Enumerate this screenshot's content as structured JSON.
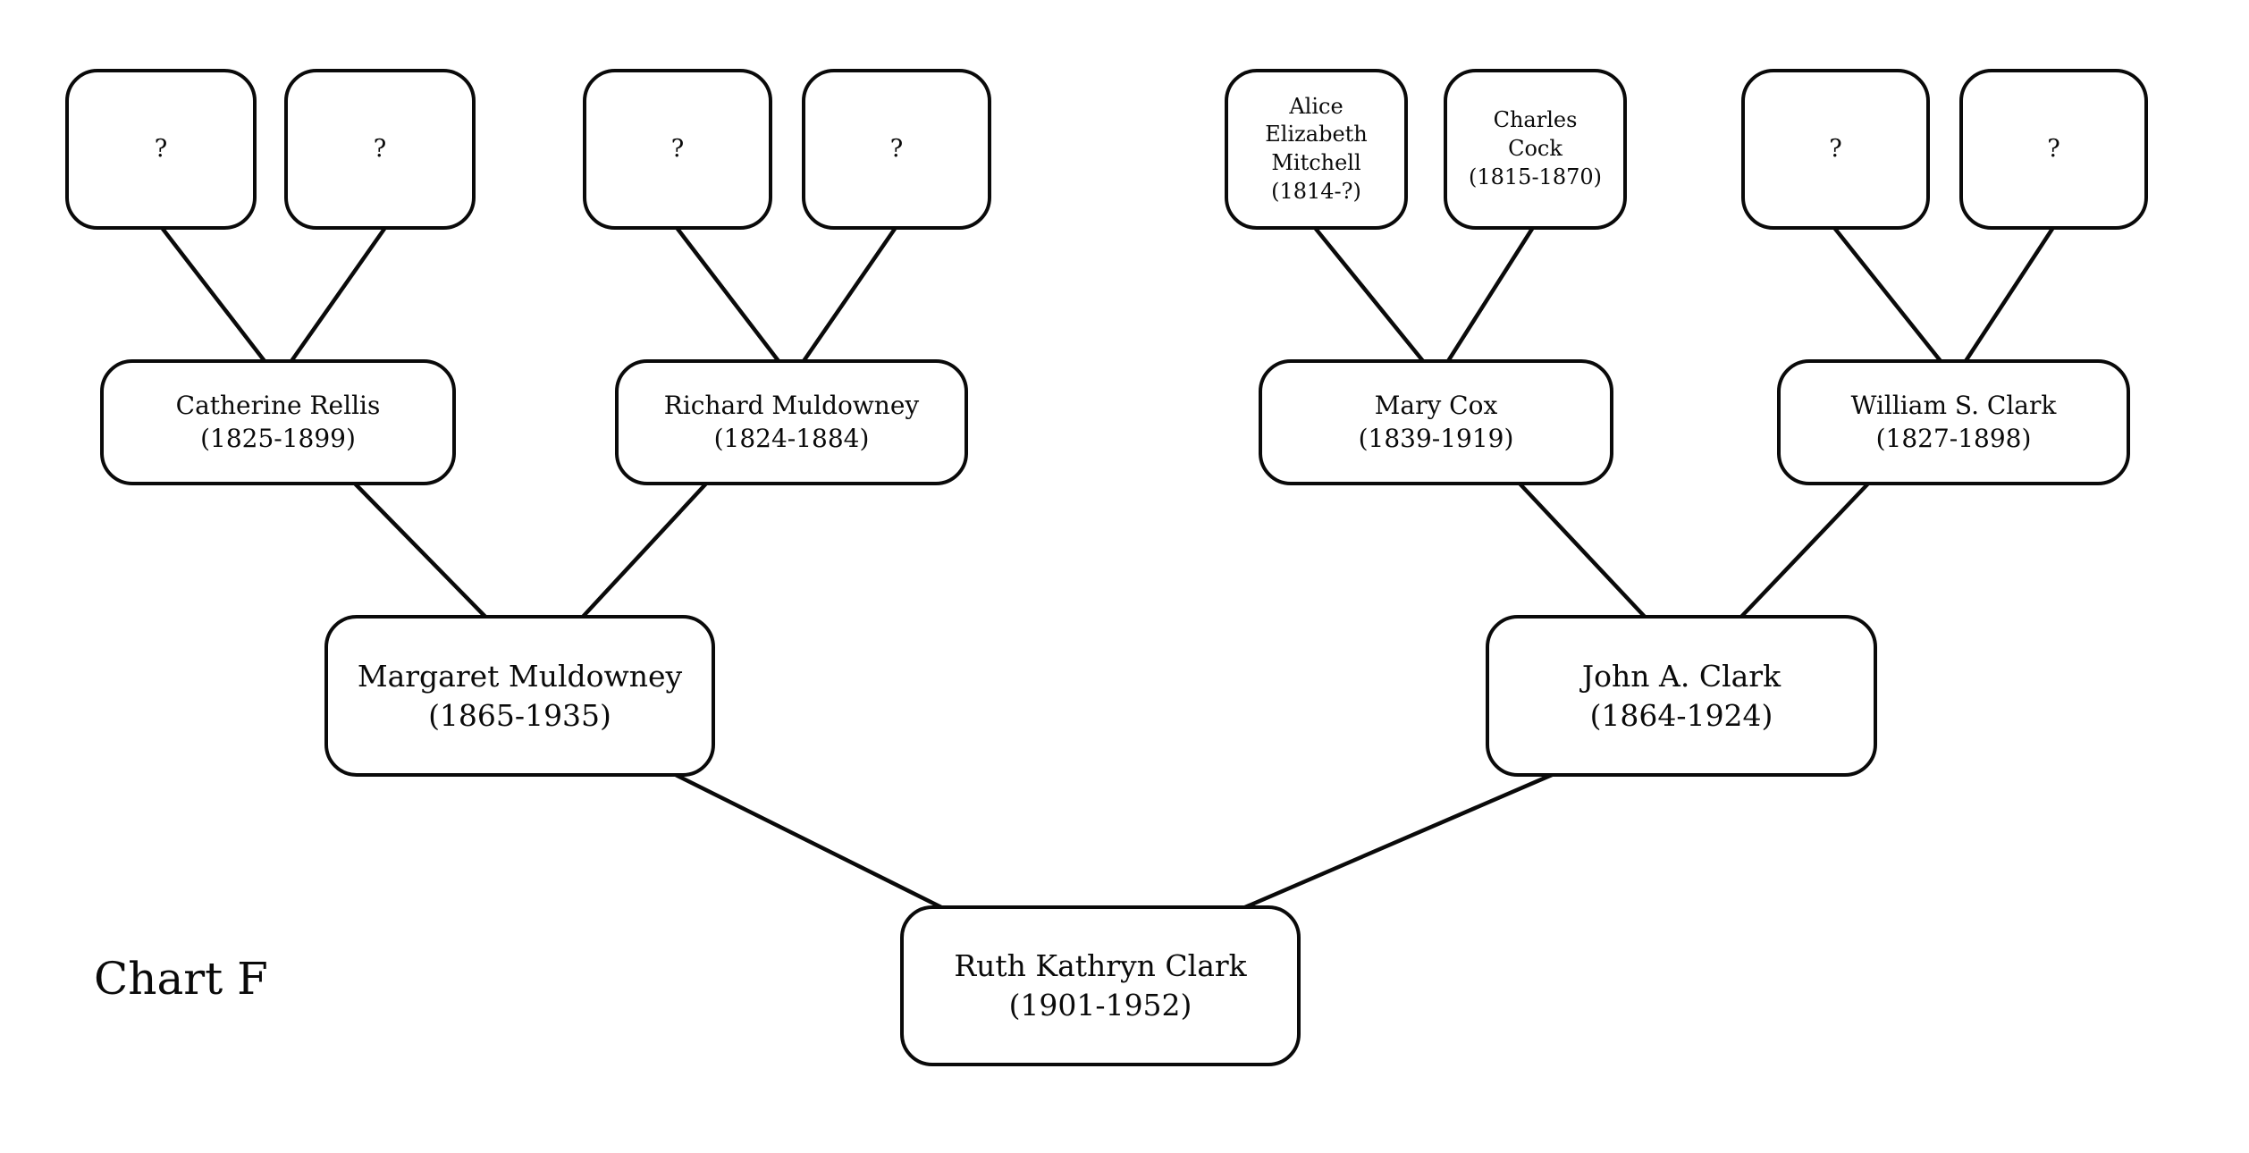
{
  "chart_label": "Chart F",
  "colors": {
    "background": "#ffffff",
    "line": "#0a0a0a",
    "box_fill": "#ffffff"
  },
  "nodes": {
    "unknown_1": {
      "name": "?",
      "dates": ""
    },
    "unknown_2": {
      "name": "?",
      "dates": ""
    },
    "unknown_3": {
      "name": "?",
      "dates": ""
    },
    "unknown_4": {
      "name": "?",
      "dates": ""
    },
    "alice_elizabeth_mitchell": {
      "name": "Alice\nElizabeth\nMitchell",
      "dates": "(1814-?)"
    },
    "charles_cock": {
      "name": "Charles\nCock",
      "dates": "(1815-1870)"
    },
    "unknown_5": {
      "name": "?",
      "dates": ""
    },
    "unknown_6": {
      "name": "?",
      "dates": ""
    },
    "catherine_rellis": {
      "name": "Catherine Rellis",
      "dates": "(1825-1899)"
    },
    "richard_muldowney": {
      "name": "Richard Muldowney",
      "dates": "(1824-1884)"
    },
    "mary_cox": {
      "name": "Mary Cox",
      "dates": "(1839-1919)"
    },
    "william_s_clark": {
      "name": "William S. Clark",
      "dates": "(1827-1898)"
    },
    "margaret_muldowney": {
      "name": "Margaret Muldowney",
      "dates": "(1865-1935)"
    },
    "john_a_clark": {
      "name": "John A. Clark",
      "dates": "(1864-1924)"
    },
    "ruth_kathryn_clark": {
      "name": "Ruth Kathryn Clark",
      "dates": "(1901-1952)"
    }
  },
  "relationships": [
    {
      "parents": [
        "unknown_1",
        "unknown_2"
      ],
      "child": "catherine_rellis"
    },
    {
      "parents": [
        "unknown_3",
        "unknown_4"
      ],
      "child": "richard_muldowney"
    },
    {
      "parents": [
        "alice_elizabeth_mitchell",
        "charles_cock"
      ],
      "child": "mary_cox"
    },
    {
      "parents": [
        "unknown_5",
        "unknown_6"
      ],
      "child": "william_s_clark"
    },
    {
      "parents": [
        "catherine_rellis",
        "richard_muldowney"
      ],
      "child": "margaret_muldowney"
    },
    {
      "parents": [
        "mary_cox",
        "william_s_clark"
      ],
      "child": "john_a_clark"
    },
    {
      "parents": [
        "margaret_muldowney",
        "john_a_clark"
      ],
      "child": "ruth_kathryn_clark"
    }
  ]
}
